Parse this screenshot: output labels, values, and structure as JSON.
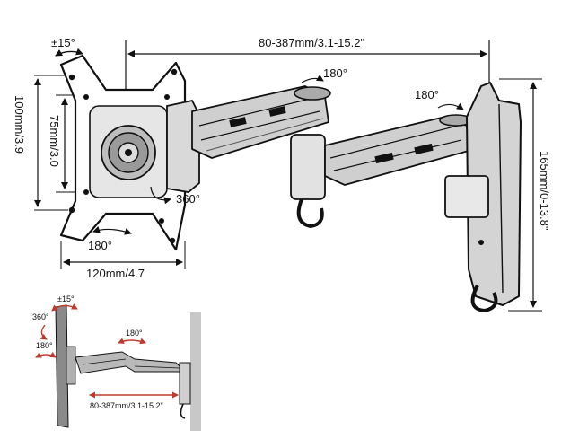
{
  "main_drawing": {
    "tilt_label": "±15°",
    "extension_label": "80-387mm/3.1-15.2\"",
    "rotation_mid_label": "180°",
    "rotation_wall_label": "180°",
    "rotation_plate_label": "360°",
    "swivel_bottom_label": "180°",
    "vesa_width_label": "120mm/4.7",
    "vesa_height_outer_label": "100mm/3.9",
    "vesa_height_inner_label": "75mm/3.0",
    "wall_plate_height_label": "165mm/0-13.8\""
  },
  "inset_drawing": {
    "tilt_label": "±15°",
    "rotate_label": "360°",
    "swivel_left_label": "180°",
    "swivel_arm_label": "180°",
    "extension_label": "80-387mm/3.1-15.2\"",
    "arrow_color": "#c0392b",
    "wall_color": "#c8c8c8"
  }
}
